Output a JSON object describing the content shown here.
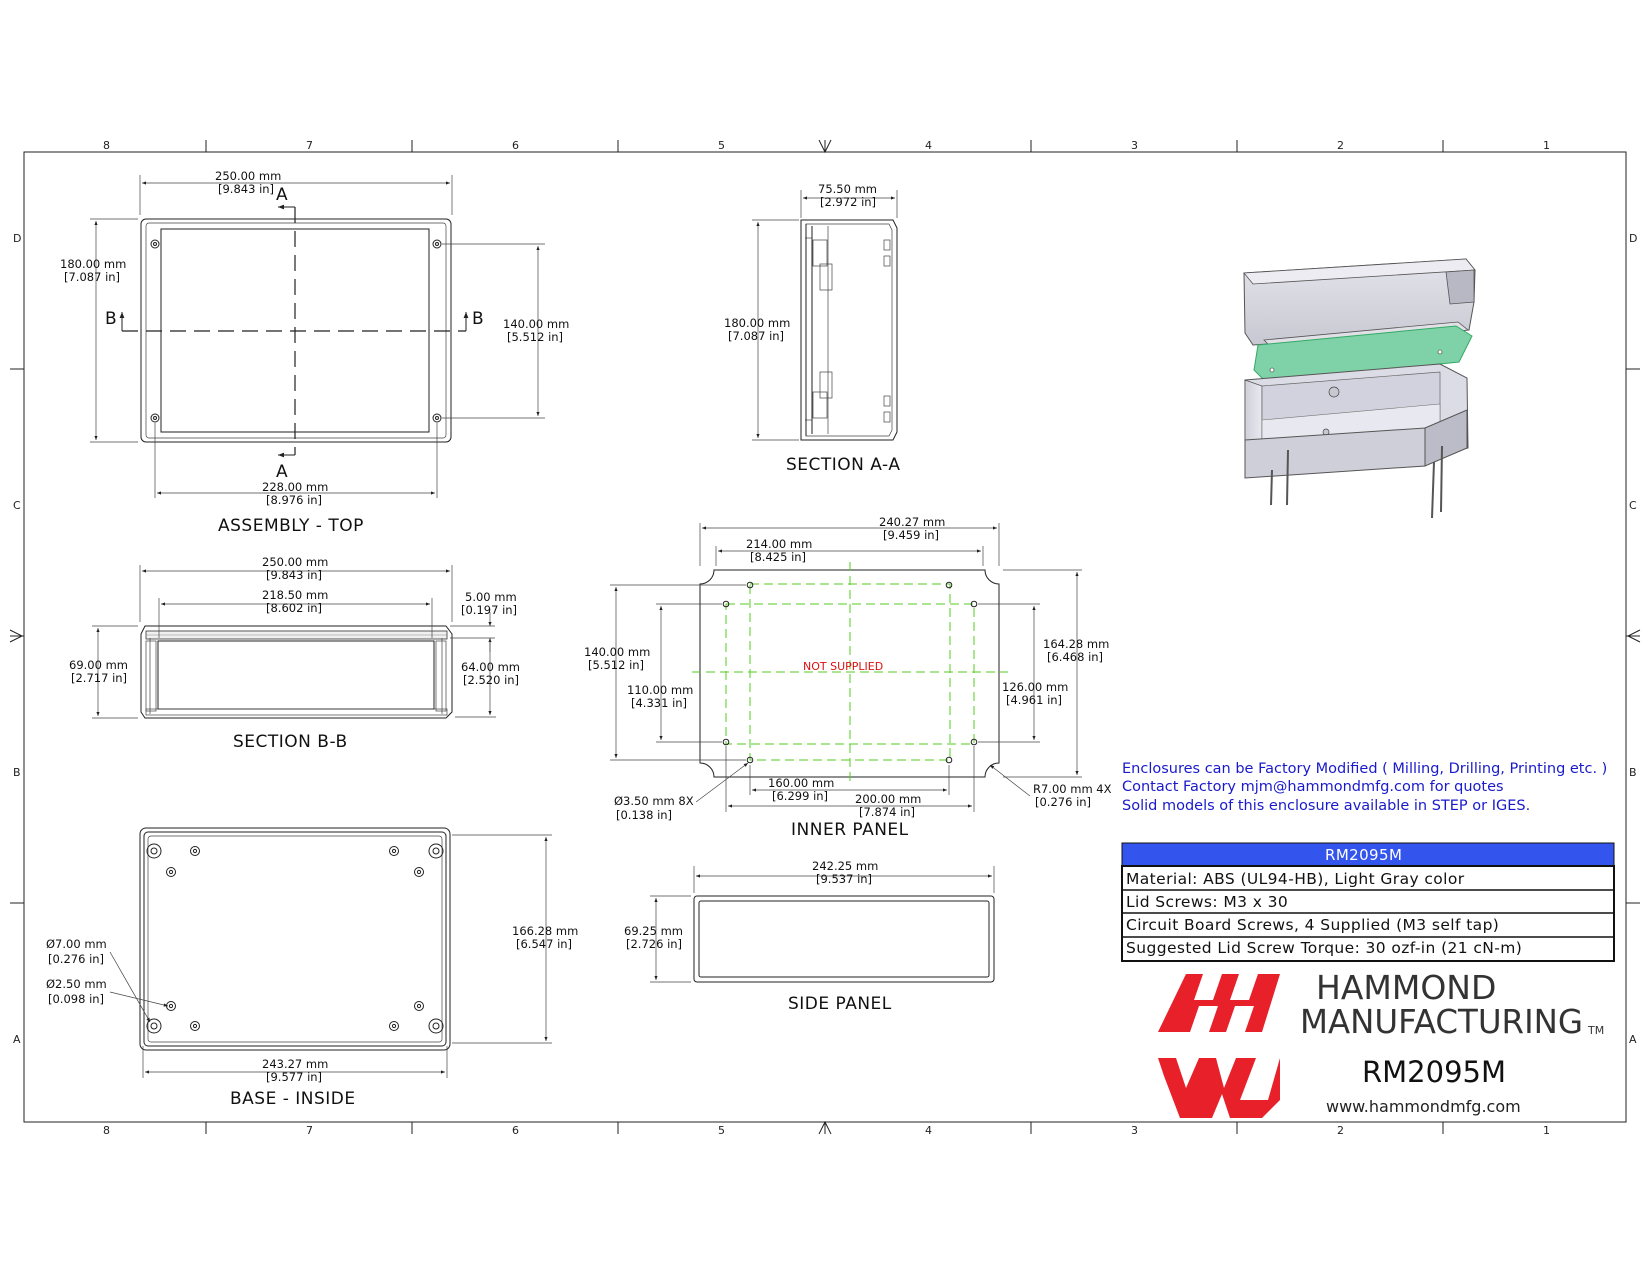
{
  "frame": {
    "columns": [
      "8",
      "7",
      "6",
      "5",
      "4",
      "3",
      "2",
      "1"
    ],
    "rows": [
      "D",
      "C",
      "B",
      "A"
    ]
  },
  "views": {
    "assembly_top": {
      "title": "ASSEMBLY - TOP",
      "section_a": "A",
      "section_b": "B",
      "dims": {
        "width": {
          "mm": "250.00 mm",
          "in": "[9.843 in]"
        },
        "height": {
          "mm": "180.00 mm",
          "in": "[7.087 in]"
        },
        "hole_spacing_v": {
          "mm": "140.00 mm",
          "in": "[5.512 in]"
        },
        "hole_spacing_h": {
          "mm": "228.00 mm",
          "in": "[8.976 in]"
        }
      }
    },
    "section_aa": {
      "title": "SECTION A-A",
      "dims": {
        "depth": {
          "mm": "75.50 mm",
          "in": "[2.972 in]"
        },
        "height": {
          "mm": "180.00 mm",
          "in": "[7.087 in]"
        }
      }
    },
    "section_bb": {
      "title": "SECTION B-B",
      "dims": {
        "width": {
          "mm": "250.00 mm",
          "in": "[9.843 in]"
        },
        "inner": {
          "mm": "218.50 mm",
          "in": "[8.602 in]"
        },
        "lid": {
          "mm": "5.00 mm",
          "in": "[0.197 in]"
        },
        "height": {
          "mm": "69.00 mm",
          "in": "[2.717 in]"
        },
        "inner_height": {
          "mm": "64.00 mm",
          "in": "[2.520 in]"
        }
      }
    },
    "inner_panel": {
      "title": "INNER PANEL",
      "note": "NOT SUPPLIED",
      "dims": {
        "width": {
          "mm": "240.27 mm",
          "in": "[9.459 in]"
        },
        "hole_w1": {
          "mm": "214.00 mm",
          "in": "[8.425 in]"
        },
        "height_outer": {
          "mm": "164.28 mm",
          "in": "[6.468 in]"
        },
        "height_left": {
          "mm": "140.00 mm",
          "in": "[5.512 in]"
        },
        "hole_h1": {
          "mm": "110.00 mm",
          "in": "[4.331 in]"
        },
        "hole_h2": {
          "mm": "126.00 mm",
          "in": "[4.961 in]"
        },
        "hole_w2": {
          "mm": "160.00 mm",
          "in": "[6.299 in]"
        },
        "hole_w3": {
          "mm": "200.00 mm",
          "in": "[7.874 in]"
        },
        "hole_dia": {
          "mm": "Ø3.50 mm 8X",
          "in": "[0.138 in]"
        },
        "radius": {
          "mm": "R7.00 mm 4X",
          "in": "[0.276 in]"
        }
      }
    },
    "base_inside": {
      "title": "BASE - INSIDE",
      "dims": {
        "height": {
          "mm": "166.28 mm",
          "in": "[6.547 in]"
        },
        "width": {
          "mm": "243.27 mm",
          "in": "[9.577 in]"
        },
        "boss_dia": {
          "mm": "Ø7.00 mm",
          "in": "[0.276 in]"
        },
        "hole_dia": {
          "mm": "Ø2.50 mm",
          "in": "[0.098 in]"
        }
      }
    },
    "side_panel": {
      "title": "SIDE PANEL",
      "dims": {
        "width": {
          "mm": "242.25 mm",
          "in": "[9.537 in]"
        },
        "height": {
          "mm": "69.25 mm",
          "in": "[2.726 in]"
        }
      }
    }
  },
  "notes": [
    "Enclosures can be Factory Modified ( Milling, Drilling, Printing etc. )",
    "Contact Factory mjm@hammondmfg.com for quotes",
    "Solid models of this enclosure available in STEP or IGES."
  ],
  "spec_table": {
    "header": "RM2095M",
    "rows": [
      "Material: ABS (UL94-HB),  Light Gray color",
      "Lid Screws: M3 x 30",
      "Circuit Board Screws, 4 Supplied (M3 self tap)",
      "Suggested Lid Screw Torque: 30 ozf-in (21 cN-m)"
    ]
  },
  "logo": {
    "line1": "HAMMOND",
    "line2": "MANUFACTURING",
    "tm": "TM",
    "part_number": "RM2095M",
    "url": "www.hammondmfg.com"
  },
  "colors": {
    "table_header": "#3355ee",
    "logo_red": "#e8202a",
    "note_blue": "#1a1acc",
    "inner_panel_green": "#55cc22"
  }
}
